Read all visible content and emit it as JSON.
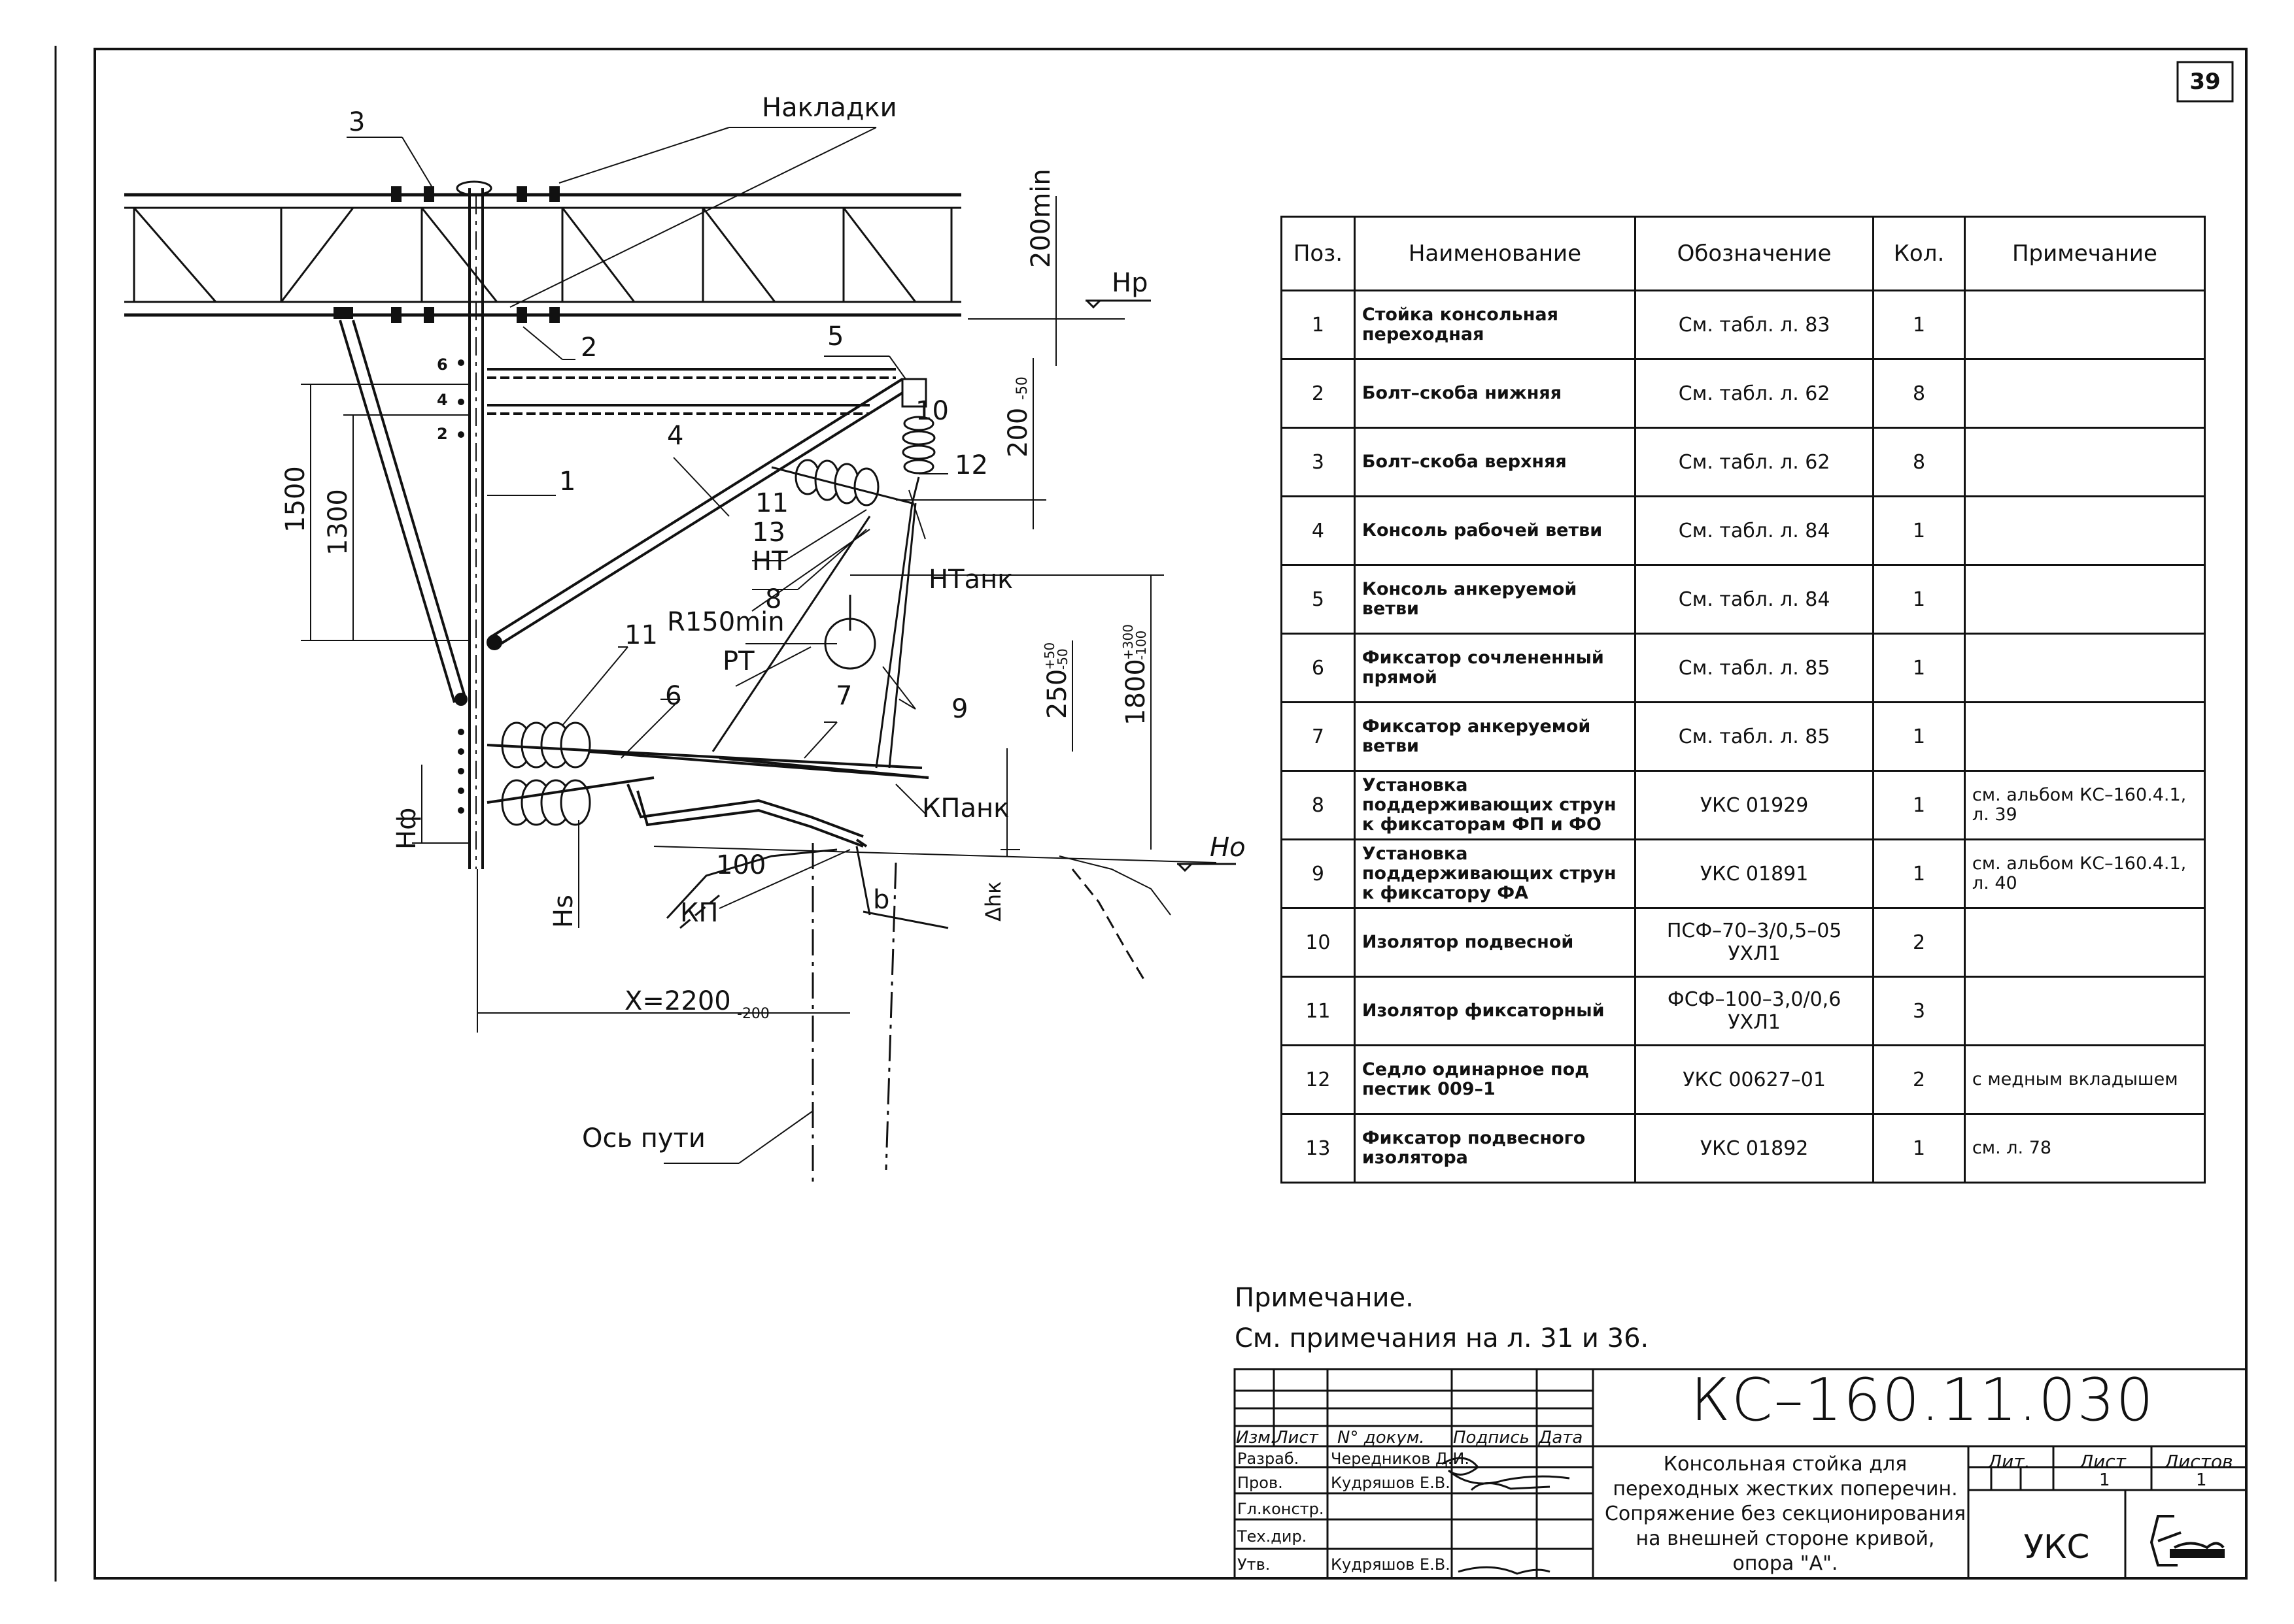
{
  "sheet_number": "39",
  "drawing": {
    "labels": {
      "nakladki": "Накладки",
      "hr": "Нр",
      "ho": "Но",
      "ht": "НТ",
      "htank": "НТанк",
      "kpank": "КПанк",
      "kp": "КП",
      "rt": "РТ",
      "r150": "R150min",
      "os_puti": "Ось пути",
      "hf": "Нф",
      "hs": "Hs",
      "dhk": "Δhк",
      "b": "b"
    },
    "dimensions": {
      "d200min": "200min",
      "d200": "200",
      "d200_tol": "-50",
      "d1500": "1500",
      "d1300": "1300",
      "d250": "250",
      "d250_tol_up": "+50",
      "d250_tol_dn": "-50",
      "d1800": "1800",
      "d1800_tol_up": "+300",
      "d1800_tol_dn": "-100",
      "d100": "100",
      "x_main": "X=2200",
      "x_tol": "-200"
    },
    "pos_marks": [
      "1",
      "2",
      "3",
      "4",
      "5",
      "6",
      "7",
      "8",
      "9",
      "10",
      "11",
      "12",
      "13"
    ],
    "hole_marks": [
      "6",
      "4",
      "2"
    ]
  },
  "spec_table": {
    "headers": [
      "Поз.",
      "Наименование",
      "Обозначение",
      "Кол.",
      "Примечание"
    ],
    "rows": [
      {
        "pos": "1",
        "name": "Стойка консольная переходная",
        "code": "См. табл. л. 83",
        "qty": "1",
        "note": ""
      },
      {
        "pos": "2",
        "name": "Болт–скоба нижняя",
        "code": "См. табл. л. 62",
        "qty": "8",
        "note": ""
      },
      {
        "pos": "3",
        "name": "Болт–скоба верхняя",
        "code": "См. табл. л. 62",
        "qty": "8",
        "note": ""
      },
      {
        "pos": "4",
        "name": "Консоль рабочей ветви",
        "code": "См. табл. л. 84",
        "qty": "1",
        "note": ""
      },
      {
        "pos": "5",
        "name": "Консоль анкеруемой ветви",
        "code": "См. табл. л. 84",
        "qty": "1",
        "note": ""
      },
      {
        "pos": "6",
        "name": "Фиксатор сочлененный прямой",
        "code": "См. табл. л. 85",
        "qty": "1",
        "note": ""
      },
      {
        "pos": "7",
        "name": "Фиксатор анкеруемой ветви",
        "code": "См. табл. л. 85",
        "qty": "1",
        "note": ""
      },
      {
        "pos": "8",
        "name": "Установка поддерживающих струн к фиксаторам ФП и ФО",
        "code": "УКС 01929",
        "qty": "1",
        "note": "см. альбом КС–160.4.1, л. 39"
      },
      {
        "pos": "9",
        "name": "Установка поддерживающих струн к фиксатору ФА",
        "code": "УКС 01891",
        "qty": "1",
        "note": "см. альбом КС–160.4.1, л. 40"
      },
      {
        "pos": "10",
        "name": "Изолятор подвесной",
        "code": "ПСФ–70–3/0,5–05 УХЛ1",
        "qty": "2",
        "note": ""
      },
      {
        "pos": "11",
        "name": "Изолятор фиксаторный",
        "code": "ФСФ–100–3,0/0,6 УХЛ1",
        "qty": "3",
        "note": ""
      },
      {
        "pos": "12",
        "name": "Седло одинарное под пестик 009–1",
        "code": "УКС 00627–01",
        "qty": "2",
        "note": "с медным вкладышем"
      },
      {
        "pos": "13",
        "name": "Фиксатор подвесного изолятора",
        "code": "УКС 01892",
        "qty": "1",
        "note": "см. л. 78"
      }
    ]
  },
  "notes": {
    "title": "Примечание.",
    "text": "См. примечания на л. 31 и 36."
  },
  "title_block": {
    "code": "КС–160.11.030",
    "headers": [
      "Изм.",
      "Лист",
      "N° докум.",
      "Подпись",
      "Дата"
    ],
    "roles": [
      {
        "role": "Разраб.",
        "name": "Чередников Д.И."
      },
      {
        "role": "Пров.",
        "name": "Кудряшов Е.В."
      },
      {
        "role": "Гл.констр.",
        "name": ""
      },
      {
        "role": "Тех.дир.",
        "name": ""
      },
      {
        "role": "Утв.",
        "name": "Кудряшов Е.В."
      }
    ],
    "title_lines": [
      "Консольная стойка для",
      "переходных жестких поперечин.",
      "Сопряжение без секционирования",
      "на внешней стороне кривой,",
      "опора \"А\"."
    ],
    "lit_label": "Лит.",
    "sheet_label": "Лист",
    "sheets_label": "Листов",
    "sheet_value": "1",
    "sheets_value": "1",
    "org": "УКС"
  }
}
